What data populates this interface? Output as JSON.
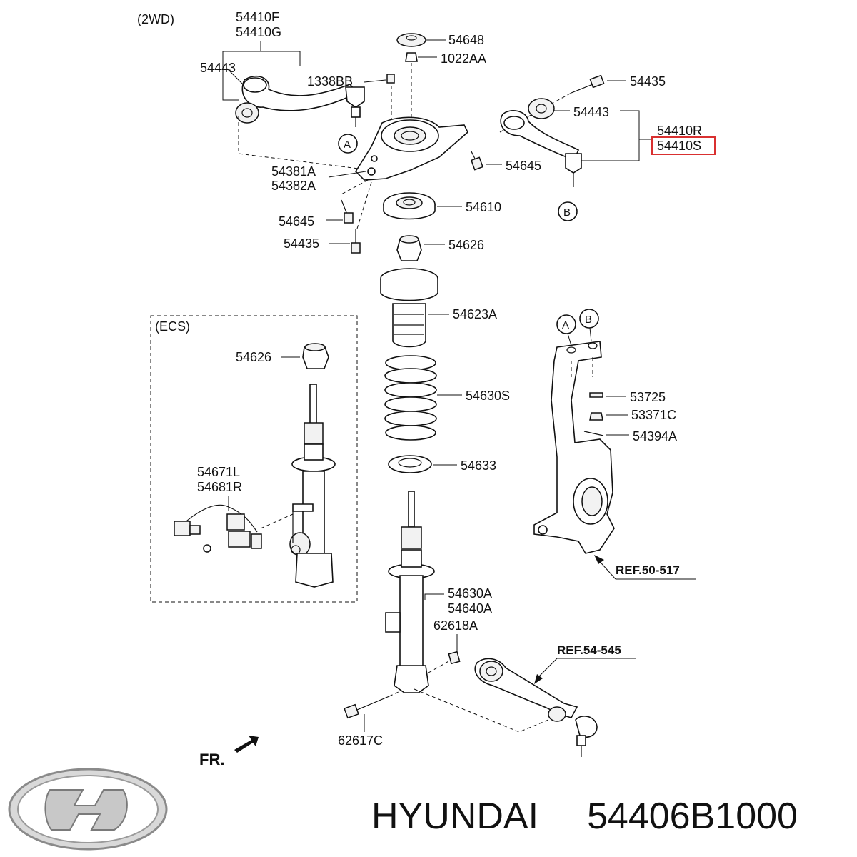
{
  "diagram": {
    "variant_2wd": "(2WD)",
    "variant_ecs": "(ECS)",
    "front_marker": "FR.",
    "labels": {
      "upper_arm_left_1": "54410F",
      "upper_arm_left_2": "54410G",
      "bushing_left": "54443",
      "bolt_1338": "1338BB",
      "insulator_cap": "54648",
      "nut_1022": "1022AA",
      "bolt_right_top": "54435",
      "bushing_right": "54443",
      "upper_arm_right_1": "54410R",
      "upper_arm_right_2": "54410S",
      "bracket_1": "54381A",
      "bracket_2": "54382A",
      "bolt_center": "54645",
      "bolt_left": "54645",
      "bolt_left_lower": "54435",
      "mount": "54610",
      "bumper": "54626",
      "dust_cover": "54623A",
      "spring": "54630S",
      "spring_pad": "54633",
      "ecs_bumper": "54626",
      "ecs_harness_1": "54671L",
      "ecs_harness_2": "54681R",
      "strut_1": "54630A",
      "strut_2": "54640A",
      "nut_626": "62618A",
      "bolt_626": "62617C",
      "washer": "53725",
      "nut_533": "53371C",
      "pin": "54394A",
      "ref_knuckle": "REF.50-517",
      "ref_lower_arm": "REF.54-545",
      "circle_a": "A",
      "circle_b": "B"
    },
    "highlighted_part": "54410S",
    "highlight_color": "#d93030"
  },
  "footer": {
    "brand": "HYUNDAI",
    "part_number": "54406B1000"
  }
}
